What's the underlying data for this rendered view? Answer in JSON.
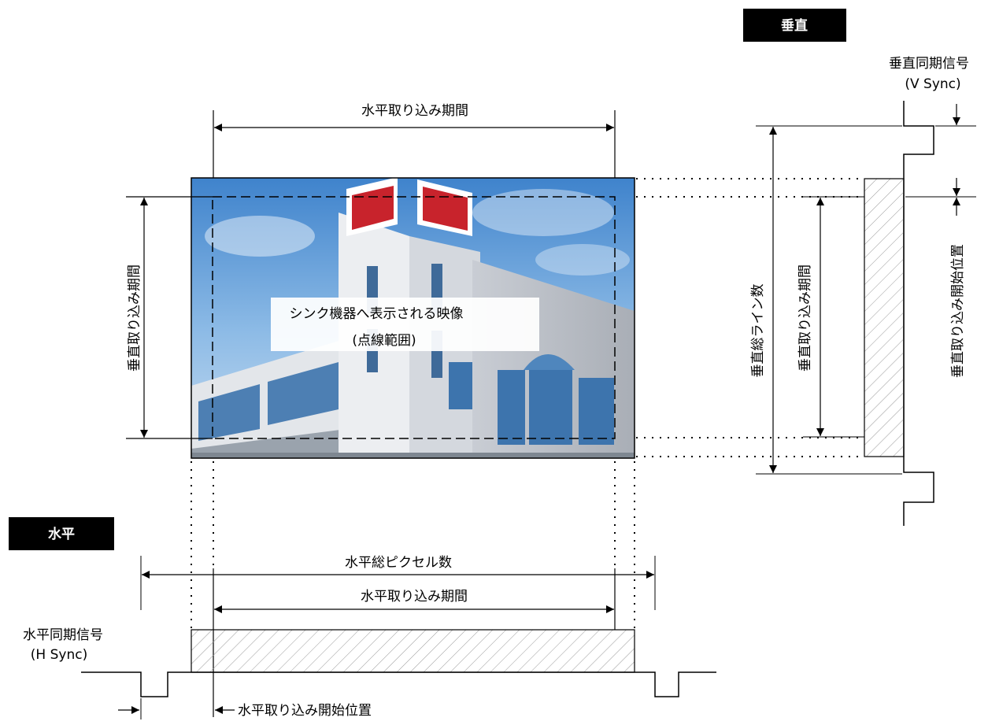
{
  "vertical": {
    "header": "垂直",
    "sync_name": "垂直同期信号",
    "sync_abbr": "(V Sync)",
    "total_lines": "垂直総ライン数",
    "capture_period": "垂直取り込み期間",
    "capture_start": "垂直取り込み開始位置"
  },
  "horizontal": {
    "header": "水平",
    "sync_name": "水平同期信号",
    "sync_abbr": "(H Sync)",
    "total_pixels": "水平総ピクセル数",
    "capture_period": "水平取り込み期間",
    "capture_start": "水平取り込み開始位置"
  },
  "image_area": {
    "top_label": "水平取り込み期間",
    "left_label": "垂直取り込み期間",
    "caption_line1": "シンク機器へ表示される映像",
    "caption_line2": "(点線範囲)"
  }
}
